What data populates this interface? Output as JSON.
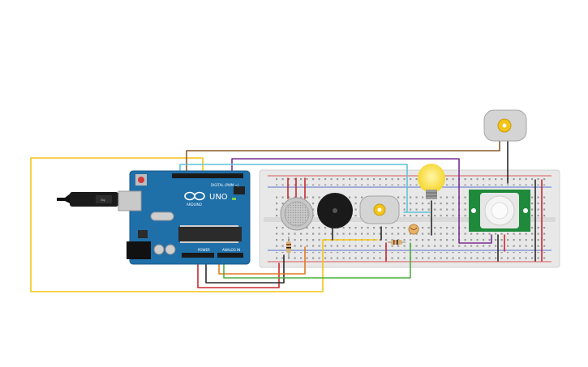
{
  "arduino": {
    "logo_text": "UNO",
    "brand_text": "ARDUINO",
    "digital_header": "DIGITAL (PWM ~)",
    "power_header": "POWER",
    "analog_header": "ANALOG IN",
    "board_color": "#1f6fa8",
    "usb_color": "#c9c9c9",
    "chip_color": "#2b2b2b"
  },
  "breadboard": {
    "color": "#e6e6e6",
    "rail_red": "#d62a2a",
    "rail_blue": "#2a49c6"
  },
  "components": {
    "gas_sensor_icon": "gas-sensor-icon",
    "buzzer_icon": "piezo-buzzer-icon",
    "motor_icon": "dc-motor-icon",
    "bulb_icon": "light-bulb-icon",
    "pir_icon": "pir-sensor-icon",
    "photoresistor_icon": "photoresistor-icon"
  },
  "wire_colors": {
    "yellow": "#f2c417",
    "brown": "#8a5a2b",
    "purple": "#7a2f93",
    "cyan": "#5fc3d8",
    "orange": "#e07b1f",
    "red": "#c8282e",
    "green": "#4caf3e",
    "black": "#2b2b2b",
    "gray": "#777777"
  }
}
